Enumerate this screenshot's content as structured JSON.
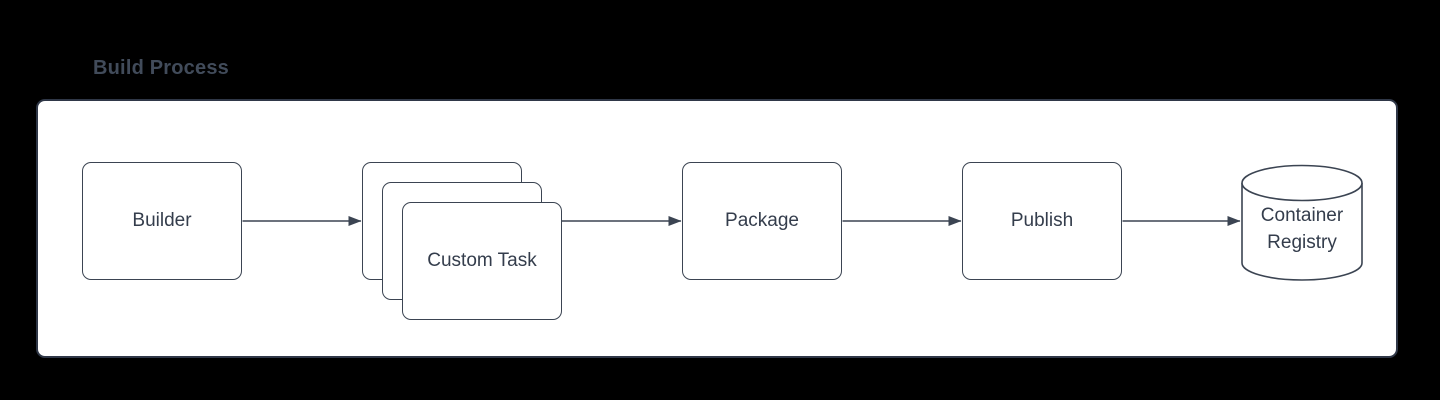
{
  "title": "Build Process",
  "nodes": {
    "builder": {
      "label": "Builder",
      "shape": "rounded-rectangle"
    },
    "custom_task": {
      "label": "Custom Task",
      "shape": "stacked-rounded-rectangles",
      "stack_count": 3
    },
    "package": {
      "label": "Package",
      "shape": "rounded-rectangle"
    },
    "publish": {
      "label": "Publish",
      "shape": "rounded-rectangle"
    },
    "container_registry": {
      "label": "Container Registry",
      "shape": "database-cylinder"
    }
  },
  "edges": [
    {
      "from": "Builder",
      "to": "Custom Task",
      "style": "solid-arrow"
    },
    {
      "from": "Custom Task",
      "to": "Package",
      "style": "solid-arrow"
    },
    {
      "from": "Package",
      "to": "Publish",
      "style": "solid-arrow"
    },
    {
      "from": "Publish",
      "to": "Container Registry",
      "style": "solid-arrow"
    }
  ],
  "colors": {
    "canvas_bg": "#000000",
    "panel_bg": "#ffffff",
    "panel_border": "#2f3747",
    "shape_stroke": "#3b4452",
    "text": "#343d4c",
    "title_text": "#414b5a"
  }
}
